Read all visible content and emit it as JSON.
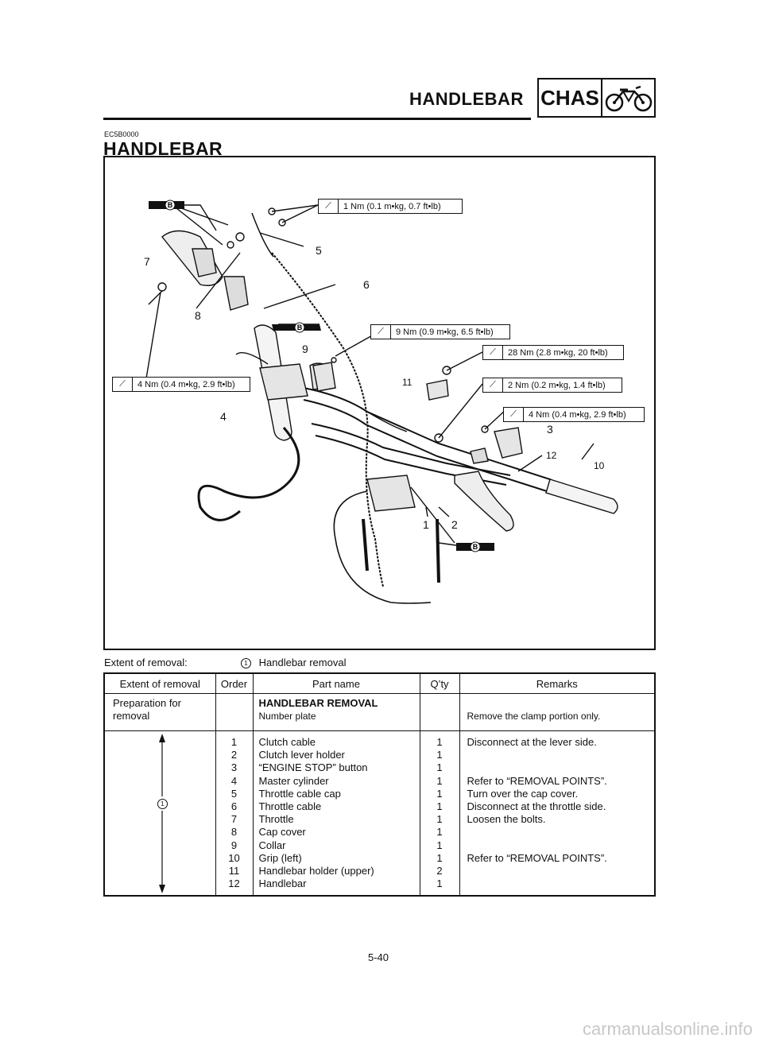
{
  "header": {
    "title": "HANDLEBAR",
    "section_badge": "CHAS",
    "badge_icon": "motorcycle-icon"
  },
  "doc_code": "EC5B0000",
  "section_title": "HANDLEBAR",
  "diagram": {
    "torque_specs": [
      "1 Nm (0.1 m•kg, 0.7 ft•lb)",
      "9 Nm (0.9 m•kg, 6.5 ft•lb)",
      "28 Nm (2.8 m•kg, 20 ft•lb)",
      "4 Nm (0.4 m•kg, 2.9 ft•lb)",
      "2 Nm (0.2 m•kg, 1.4 ft•lb)",
      "4 Nm (0.4 m•kg, 2.9 ft•lb)"
    ],
    "callouts": [
      "1",
      "2",
      "3",
      "4",
      "5",
      "6",
      "7",
      "8",
      "9",
      "10",
      "11",
      "12"
    ],
    "grease_mark": "B"
  },
  "extent_of_removal": {
    "label": "Extent of removal:",
    "marker": "1",
    "value": "Handlebar removal"
  },
  "table": {
    "headers": [
      "Extent of removal",
      "Order",
      "Part name",
      "Q’ty",
      "Remarks"
    ],
    "prep": {
      "extent": "Preparation for",
      "extent2": "removal",
      "heading": "HANDLEBAR REMOVAL",
      "part": "Number plate",
      "remark": "Remove the clamp portion only."
    },
    "extent_marker": "1",
    "rows": [
      {
        "order": "1",
        "part": "Clutch cable",
        "qty": "1",
        "remark": "Disconnect at the lever side."
      },
      {
        "order": "2",
        "part": "Clutch lever holder",
        "qty": "1",
        "remark": ""
      },
      {
        "order": "3",
        "part": "“ENGINE STOP” button",
        "qty": "1",
        "remark": ""
      },
      {
        "order": "4",
        "part": "Master cylinder",
        "qty": "1",
        "remark": "Refer to “REMOVAL POINTS”."
      },
      {
        "order": "5",
        "part": "Throttle cable cap",
        "qty": "1",
        "remark": "Turn over the cap cover."
      },
      {
        "order": "6",
        "part": "Throttle cable",
        "qty": "1",
        "remark": "Disconnect at the throttle side."
      },
      {
        "order": "7",
        "part": "Throttle",
        "qty": "1",
        "remark": "Loosen the bolts."
      },
      {
        "order": "8",
        "part": "Cap cover",
        "qty": "1",
        "remark": ""
      },
      {
        "order": "9",
        "part": "Collar",
        "qty": "1",
        "remark": ""
      },
      {
        "order": "10",
        "part": "Grip (left)",
        "qty": "1",
        "remark": "Refer to “REMOVAL POINTS”."
      },
      {
        "order": "11",
        "part": "Handlebar holder (upper)",
        "qty": "2",
        "remark": ""
      },
      {
        "order": "12",
        "part": "Handlebar",
        "qty": "1",
        "remark": ""
      }
    ]
  },
  "page_number": "5-40",
  "watermark": "carmanualsonline.info"
}
